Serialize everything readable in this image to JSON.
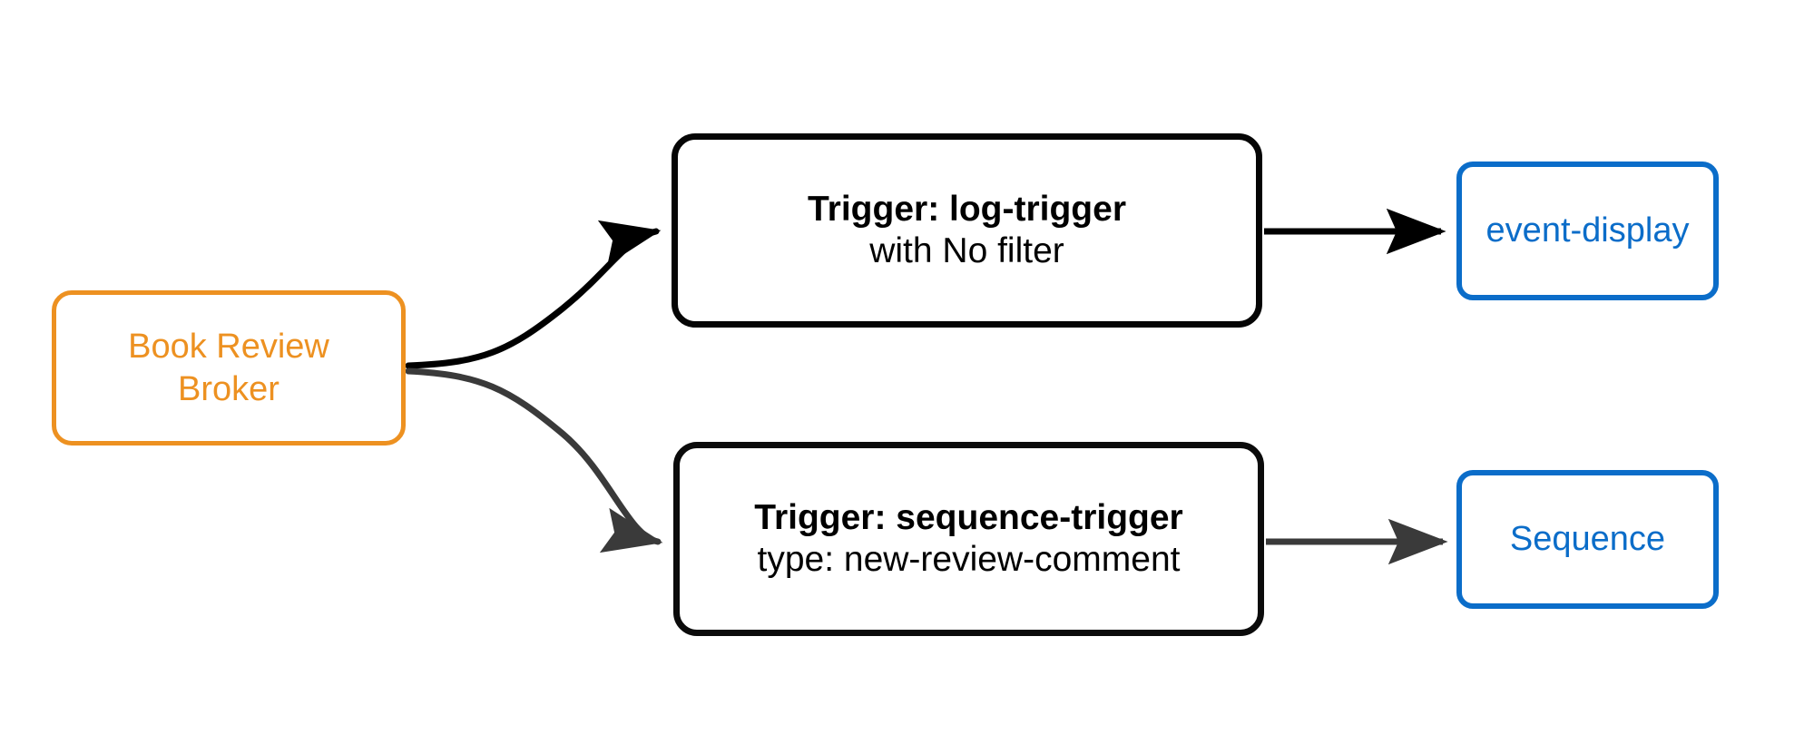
{
  "diagram": {
    "type": "event-broker-flow",
    "background_color": "#ffffff",
    "broker": {
      "label_line_1": "Book Review",
      "label_line_2": "Broker",
      "color": "#ED9121"
    },
    "triggers": [
      {
        "title": "Trigger: log-trigger",
        "subtitle": "with No filter",
        "color": "#000000"
      },
      {
        "title": "Trigger: sequence-trigger",
        "subtitle": "type: new-review-comment",
        "color": "#333333"
      }
    ],
    "sinks": [
      {
        "label": "event-display",
        "color": "#0B6DC9"
      },
      {
        "label": "Sequence",
        "color": "#0B6DC9"
      }
    ],
    "edges": [
      {
        "from": "Book Review Broker",
        "to": "Trigger: log-trigger",
        "style": "curved",
        "color": "#000000"
      },
      {
        "from": "Book Review Broker",
        "to": "Trigger: sequence-trigger",
        "style": "curved",
        "color": "#333333"
      },
      {
        "from": "Trigger: log-trigger",
        "to": "event-display",
        "style": "straight",
        "color": "#000000"
      },
      {
        "from": "Trigger: sequence-trigger",
        "to": "Sequence",
        "style": "straight",
        "color": "#333333"
      }
    ]
  }
}
